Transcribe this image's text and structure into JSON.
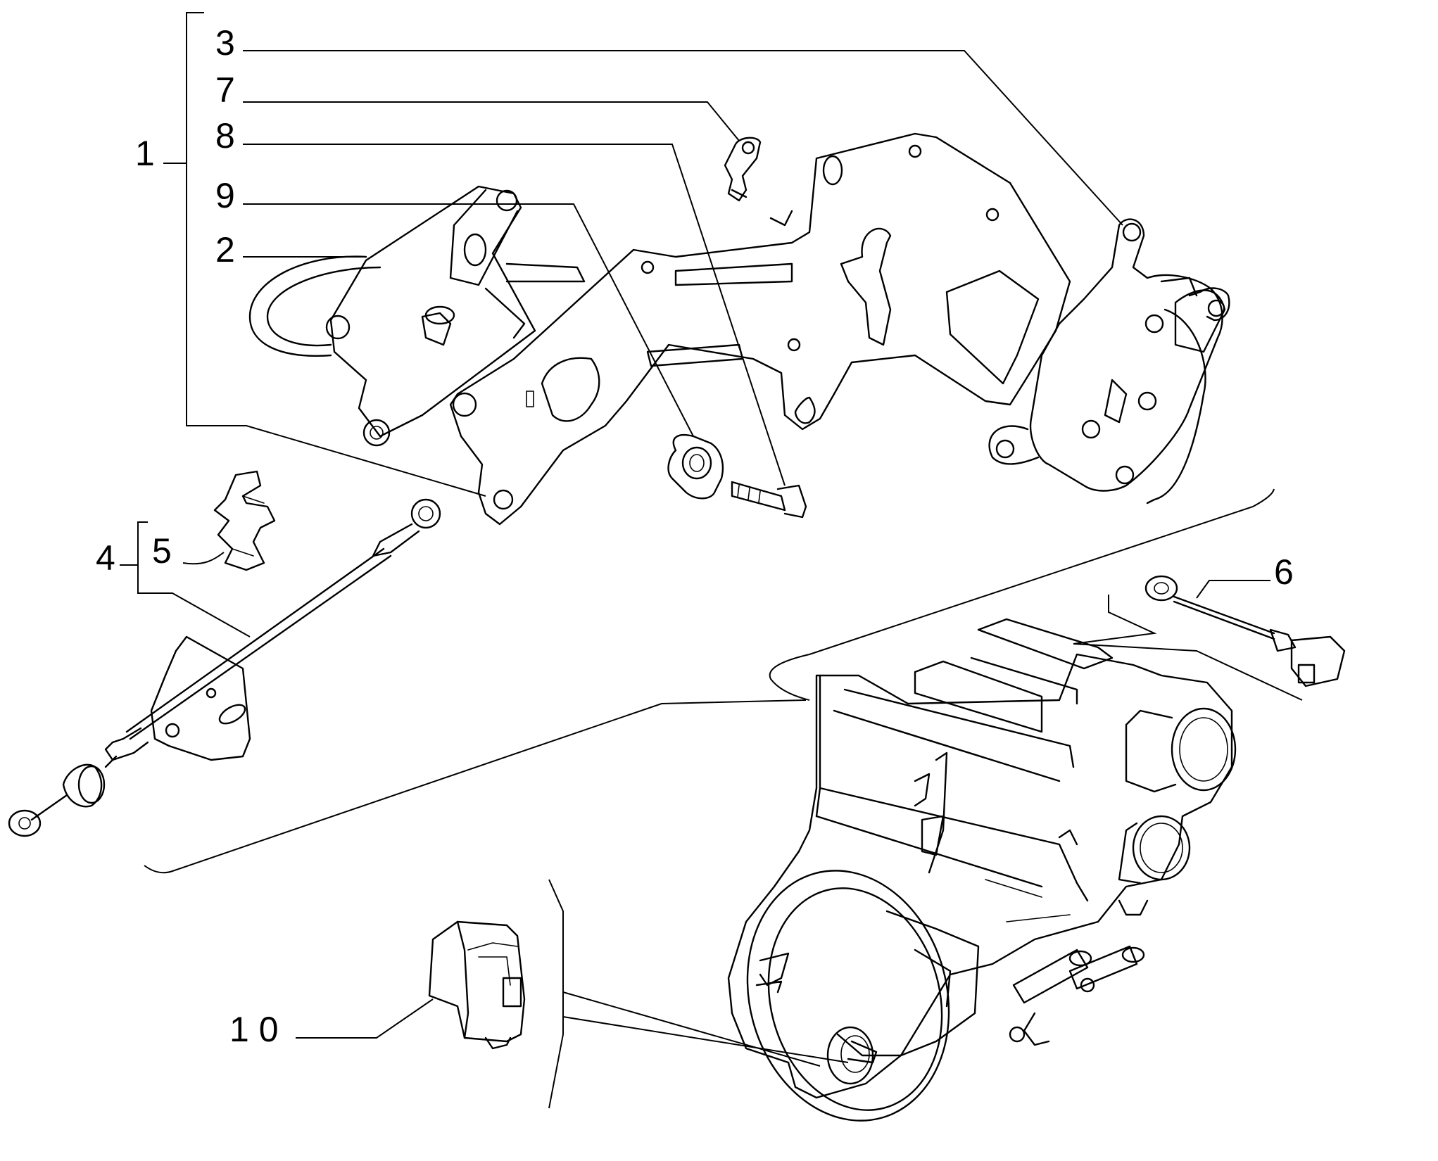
{
  "diagram": {
    "callouts": {
      "c1": "1",
      "c2": "2",
      "c3": "3",
      "c4": "4",
      "c5": "5",
      "c6": "6",
      "c7": "7",
      "c8": "8",
      "c9": "9",
      "c10": "1 0"
    }
  }
}
